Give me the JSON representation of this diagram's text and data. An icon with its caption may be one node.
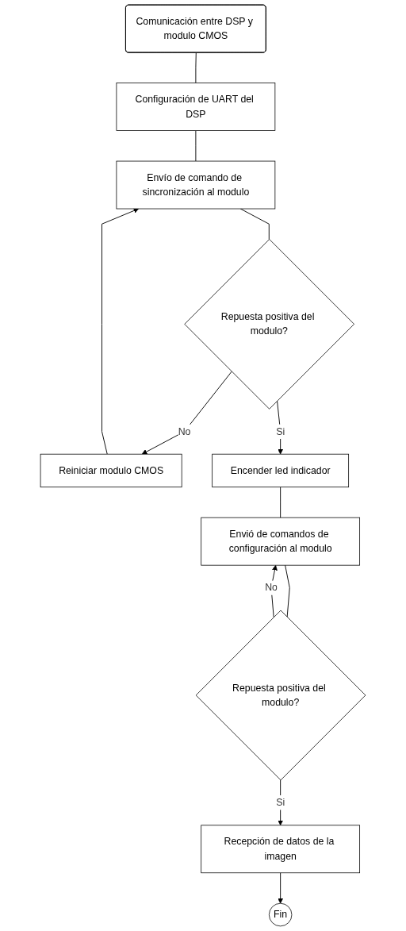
{
  "diagram": {
    "nodes": [
      {
        "text": [
          "Comunicación entre DSP y modulo CMOS"
        ]
      },
      {
        "text": [
          "Configuración de UART del DSP"
        ]
      },
      {
        "text": [
          "Envío de comando de sincronización al modulo"
        ]
      },
      {
        "text": [
          "Reiniciar modulo CMOS"
        ]
      },
      {
        "text": [
          "Repuesta positiva del modulo?"
        ]
      },
      {
        "text": [
          "Encender led indicador"
        ]
      },
      {
        "text": [
          "Envió de comandos de configuración al modulo"
        ]
      },
      {
        "text": [
          "Repuesta positiva del modulo?"
        ]
      },
      {
        "text": [
          "Recepción de datos de la imagen"
        ]
      },
      {
        "text": [
          "Fin"
        ]
      }
    ],
    "edges": [
      {
        "from": 0,
        "to": 1,
        "arrow": "none"
      },
      {
        "from": 1,
        "to": 2,
        "arrow": "none"
      },
      {
        "from": 2,
        "to": 4,
        "arrow": "none"
      },
      {
        "from": 4,
        "to": 3,
        "arrow": "to",
        "label": "No"
      },
      {
        "from": 3,
        "to": 2,
        "arrow": "to"
      },
      {
        "from": 4,
        "to": 5,
        "arrow": "to",
        "label": "Si"
      },
      {
        "from": 5,
        "to": 6,
        "arrow": "none"
      },
      {
        "from": 6,
        "to": 7,
        "arrow": "none"
      },
      {
        "from": 7,
        "to": 6,
        "arrow": "to",
        "label": "No"
      },
      {
        "from": 7,
        "to": 8,
        "arrow": "to",
        "label": "Si"
      },
      {
        "from": 8,
        "to": 9,
        "arrow": "to"
      }
    ]
  }
}
